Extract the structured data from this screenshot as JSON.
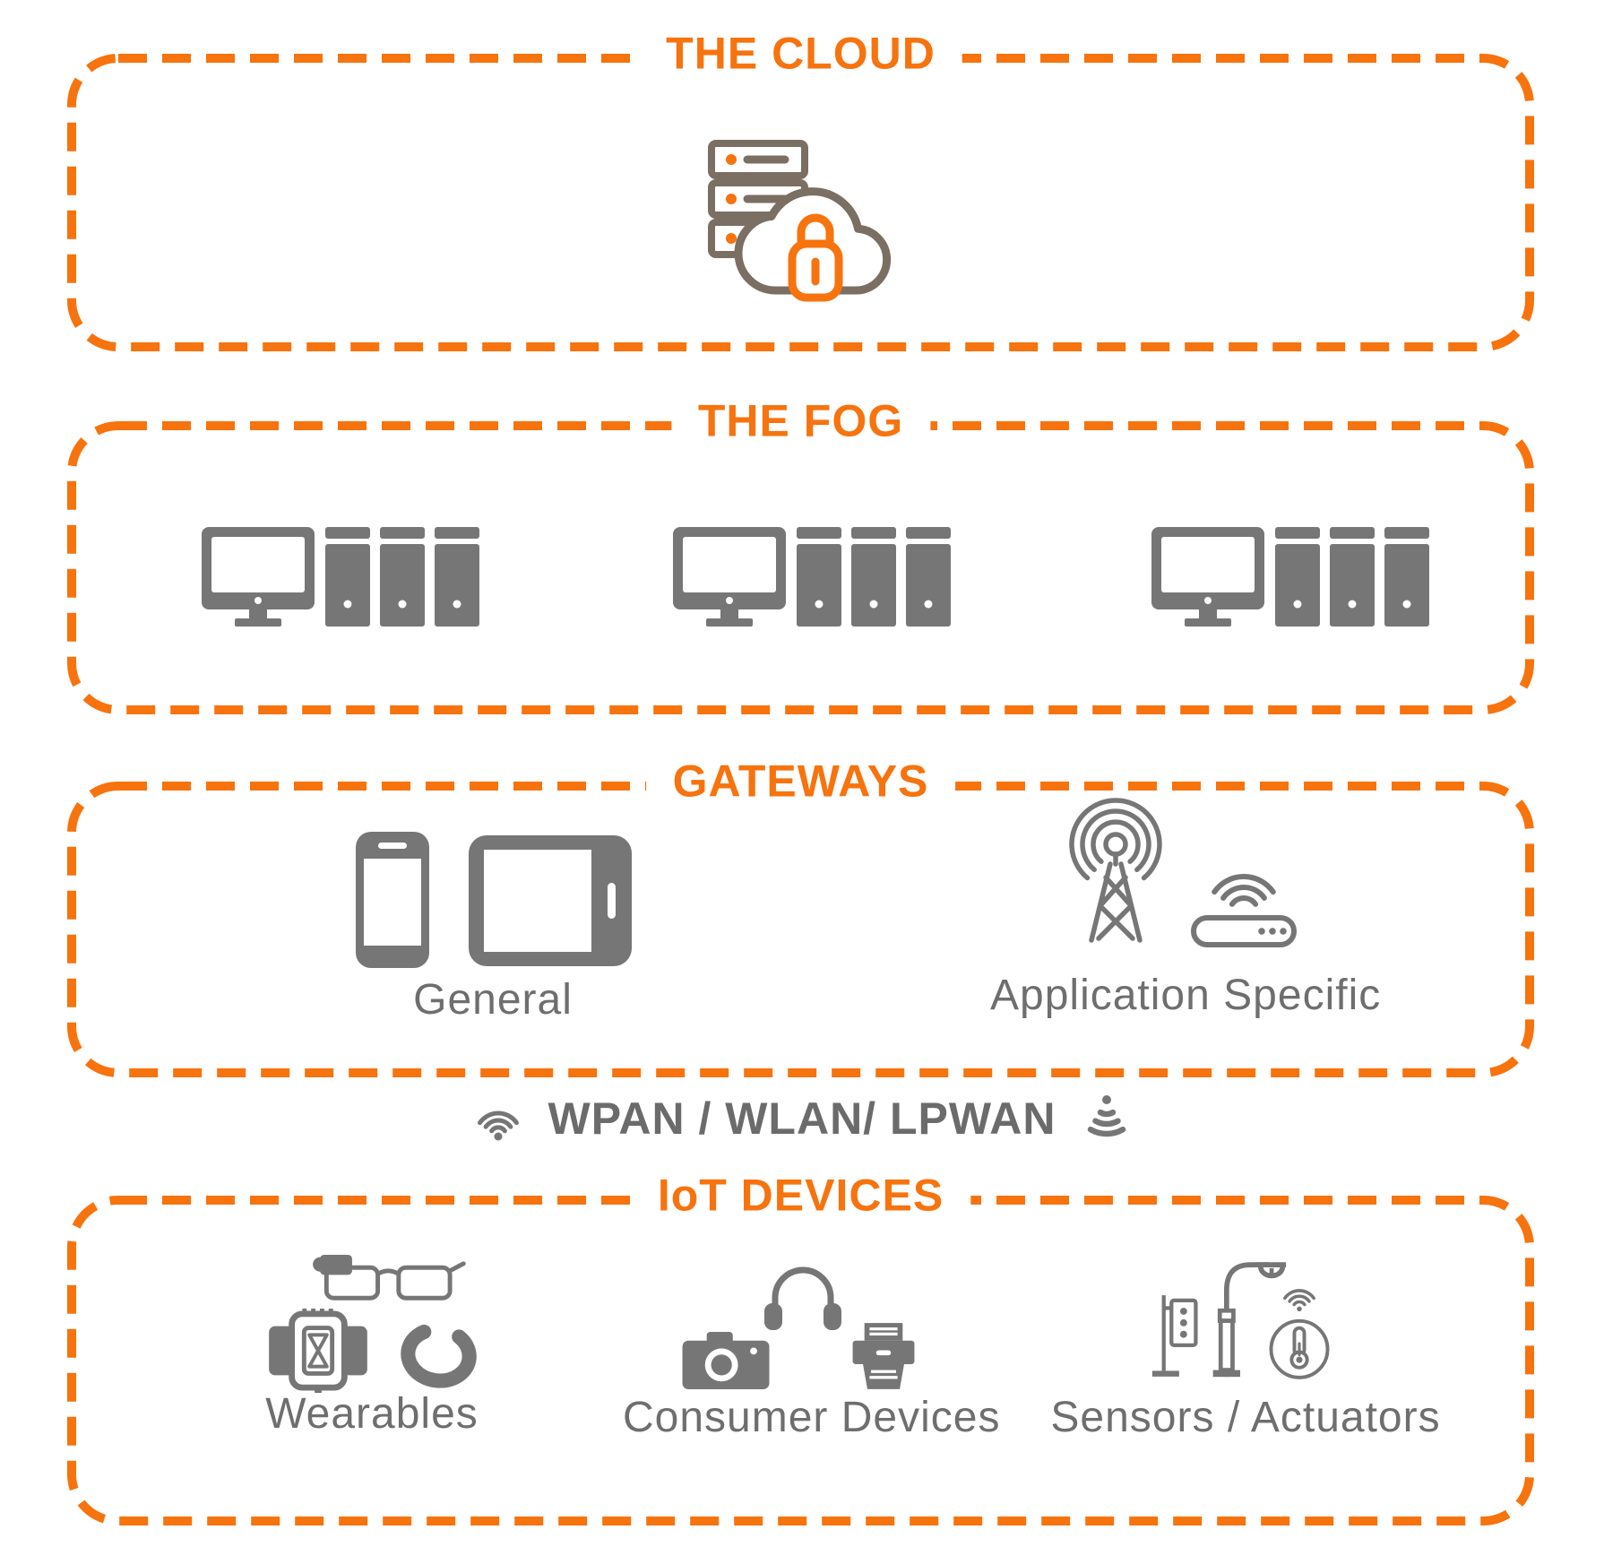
{
  "colors": {
    "accent_orange": "#F7730E",
    "icon_gray": "#767676",
    "warm_gray": "#7B6E63",
    "label_gray": "#6E6E6E",
    "network_text": "#6B6B6B",
    "background": "#FFFFFF"
  },
  "layers": {
    "cloud": {
      "title": "THE CLOUD",
      "icon": "server-cloud-lock-icon"
    },
    "fog": {
      "title": "THE FOG",
      "icon": "workstation-icon",
      "workstation_count": 3
    },
    "gateways": {
      "title": "GATEWAYS",
      "general": {
        "label": "General",
        "icons": [
          "smartphone-icon",
          "tablet-icon"
        ]
      },
      "application_specific": {
        "label": "Application Specific",
        "icons": [
          "radio-tower-icon",
          "wifi-router-icon"
        ]
      }
    },
    "network": {
      "label": "WPAN / WLAN/ LPWAN",
      "icons": [
        "wifi-icon",
        "signal-beacon-icon"
      ]
    },
    "iot": {
      "title": "IoT DEVICES",
      "wearables": {
        "label": "Wearables",
        "icons": [
          "smart-glasses-icon",
          "smartwatch-icon",
          "fitness-band-icon"
        ]
      },
      "consumer": {
        "label": "Consumer Devices",
        "icons": [
          "headphones-icon",
          "camera-icon",
          "printer-icon"
        ]
      },
      "sensors": {
        "label": "Sensors / Actuators",
        "icons": [
          "traffic-signal-icon",
          "street-lamp-icon",
          "thermometer-wifi-icon"
        ]
      }
    }
  }
}
